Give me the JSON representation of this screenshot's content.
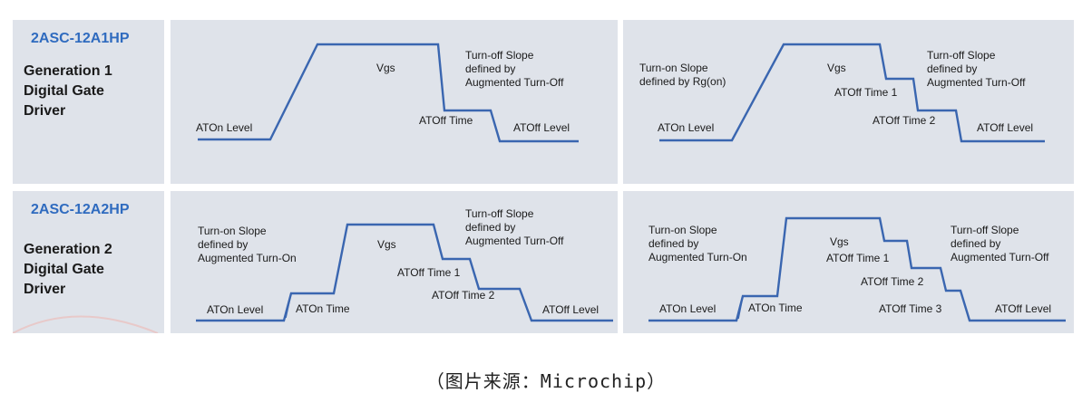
{
  "rows": [
    {
      "code": "2ASC-12A1HP",
      "gen_lines": [
        "Generation 1",
        "Digital Gate",
        "Driver"
      ],
      "left_panel": {
        "vgs": "Vgs",
        "turn_off_slope": [
          "Turn-off Slope",
          "defined by",
          "Augmented Turn-Off"
        ],
        "aton_level": "ATOn Level",
        "atoff_time": "ATOff Time",
        "atoff_level": "ATOff Level"
      },
      "right_panel": {
        "turn_on_slope": [
          "Turn-on Slope",
          "defined by Rg(on)"
        ],
        "vgs": "Vgs",
        "turn_off_slope": [
          "Turn-off Slope",
          "defined by",
          "Augmented Turn-Off"
        ],
        "atoff_time_1": "ATOff Time 1",
        "atoff_time_2": "ATOff Time 2",
        "aton_level": "ATOn Level",
        "atoff_level": "ATOff Level"
      }
    },
    {
      "code": "2ASC-12A2HP",
      "gen_lines": [
        "Generation 2",
        "Digital Gate",
        "Driver"
      ],
      "left_panel": {
        "turn_on_slope": [
          "Turn-on Slope",
          "defined by",
          "Augmented Turn-On"
        ],
        "vgs": "Vgs",
        "turn_off_slope": [
          "Turn-off Slope",
          "defined by",
          "Augmented Turn-Off"
        ],
        "atoff_time_1": "ATOff Time 1",
        "atoff_time_2": "ATOff Time 2",
        "aton_level": "ATOn Level",
        "aton_time": "ATOn Time",
        "atoff_level": "ATOff Level"
      },
      "right_panel": {
        "turn_on_slope": [
          "Turn-on Slope",
          "defined by",
          "Augmented Turn-On"
        ],
        "vgs": "Vgs",
        "turn_off_slope": [
          "Turn-off Slope",
          "defined by",
          "Augmented Turn-Off"
        ],
        "atoff_time_1": "ATOff Time 1",
        "atoff_time_2": "ATOff Time 2",
        "atoff_time_3": "ATOff Time 3",
        "aton_level": "ATOn Level",
        "aton_time": "ATOn Time",
        "atoff_level": "ATOff Level"
      }
    }
  ],
  "caption": "（图片来源：Microchip）",
  "colors": {
    "panel_bg": "#dfe3ea",
    "wave": "#3a66b0",
    "code": "#2f6bbf"
  }
}
